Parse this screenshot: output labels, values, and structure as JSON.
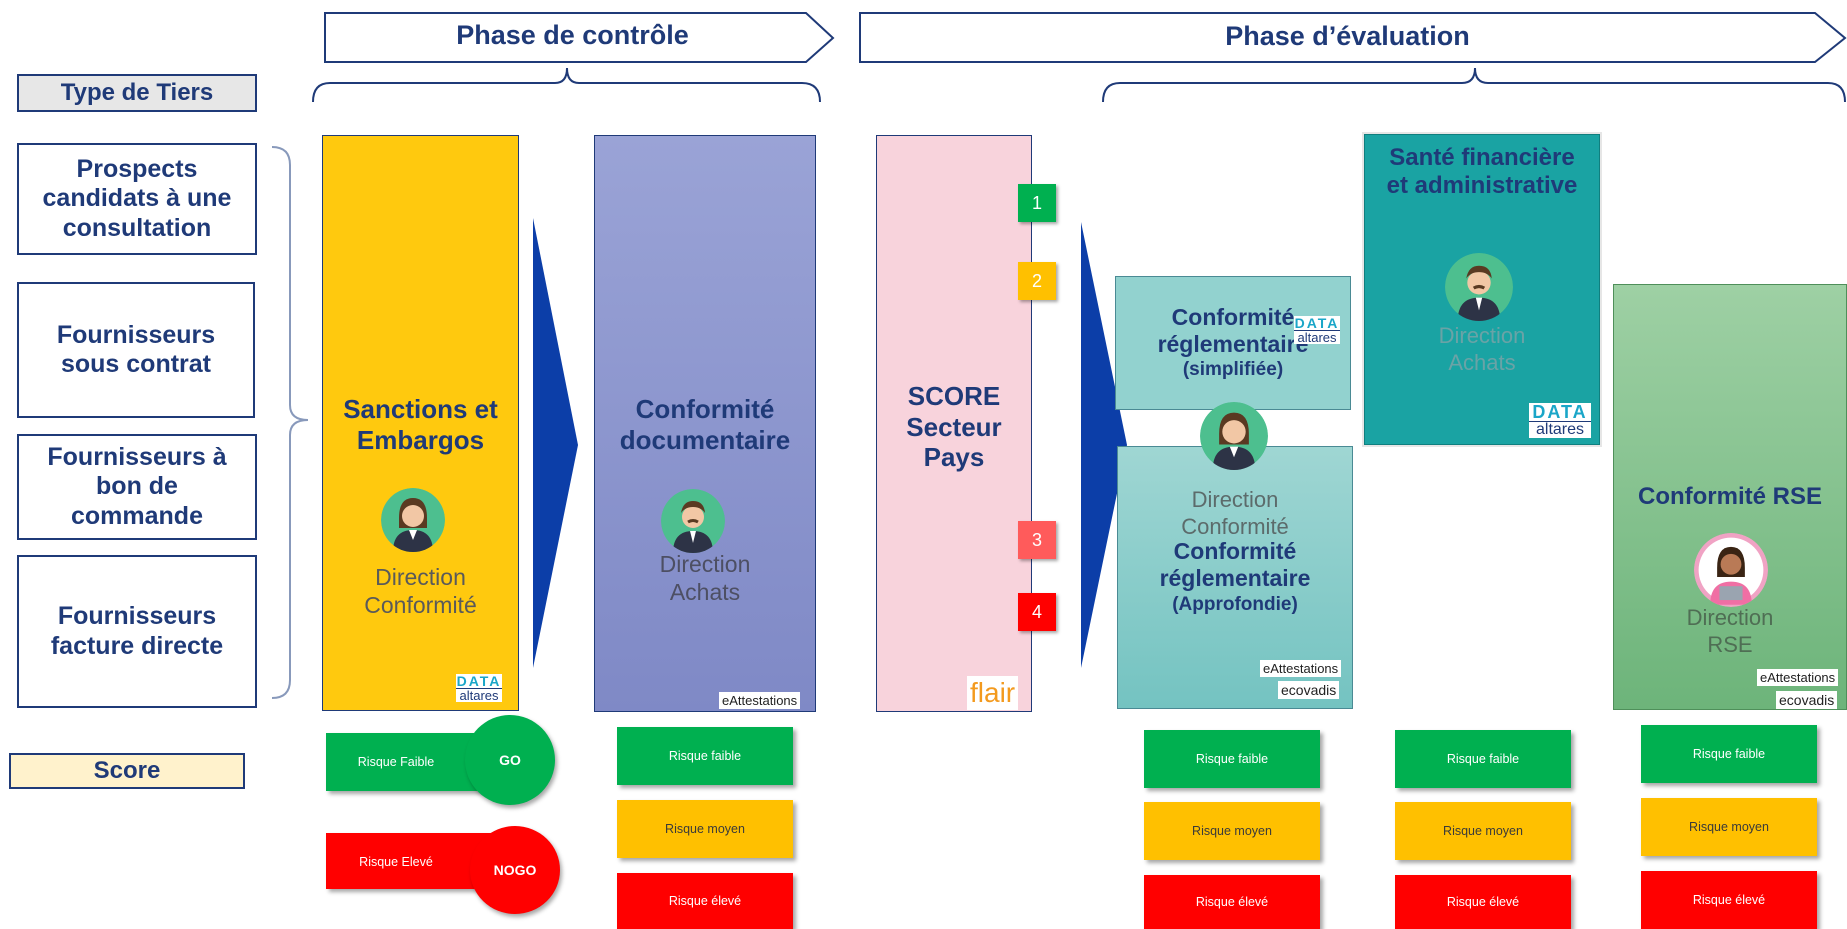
{
  "phases": {
    "control": "Phase de contrôle",
    "evaluation": "Phase d’évaluation"
  },
  "left": {
    "type_label": "Type de Tiers",
    "tiers": [
      "Prospects candidats à une consultation",
      "Fournisseurs sous contrat",
      "Fournisseurs à bon de commande",
      "Fournisseurs facture directe"
    ],
    "score_label": "Score"
  },
  "columns": {
    "sanctions": {
      "title": "Sanctions et Embargos",
      "direction": "Direction Conformité",
      "color": "#ffc90e"
    },
    "documentaire": {
      "title": "Conformité documentaire",
      "direction": "Direction Achats",
      "color": "#8b93cc"
    },
    "score_pays": {
      "title": "SCORE Secteur Pays",
      "color": "#f8d3dc",
      "levels": [
        "1",
        "2",
        "3",
        "4"
      ]
    },
    "simplifiee": {
      "title": "Conformité réglementaire",
      "subtitle": "(simplifiée)",
      "color": "#8fd0d0"
    },
    "approfondie": {
      "direction": "Direction Conformité",
      "title": "Conformité réglementaire",
      "subtitle": "(Approfondie)",
      "color": "#8fd0d0"
    },
    "sante": {
      "title": "Santé financière et administrative",
      "direction": "Direction Achats",
      "color": "#1aa3a3"
    },
    "rse": {
      "title": "Conformité RSE",
      "direction": "Direction RSE",
      "color": "#7fc08a"
    }
  },
  "logos": {
    "data": "DATA",
    "altares": "altares",
    "eattestations": "eAttestations",
    "ecovadis": "ecovadis",
    "flair": "flair"
  },
  "scores": {
    "go_nogo": {
      "faible": "Risque Faible",
      "go": "GO",
      "eleve": "Risque Elevé",
      "nogo": "NOGO"
    },
    "three_levels": {
      "faible": "Risque faible",
      "moyen": "Risque moyen",
      "eleve": "Risque élevé"
    }
  },
  "colors": {
    "navy": "#1f3a78",
    "green": "#00b050",
    "orange": "#ffc000",
    "red": "#ff0000",
    "arrow_blue": "#0c3ea8"
  }
}
